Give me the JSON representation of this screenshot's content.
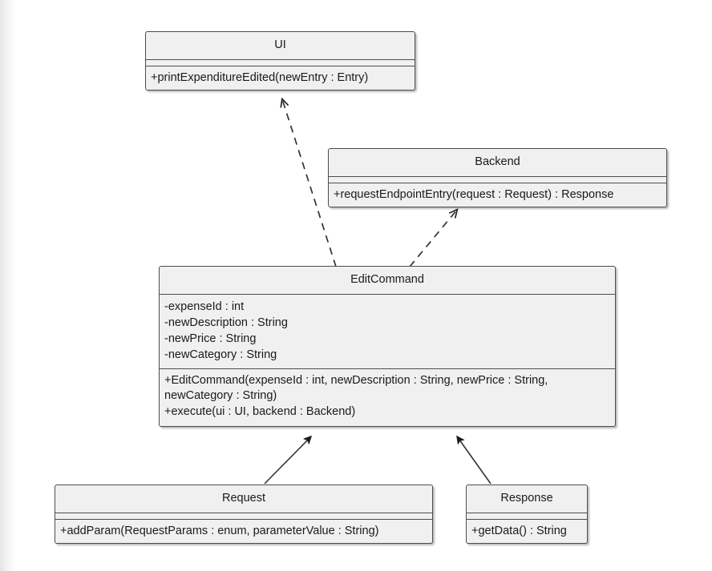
{
  "diagram": {
    "type": "uml-class-diagram",
    "title": "EditCommand UML class diagram",
    "background_color": "#ffffff",
    "class_fill_color": "#f0f0f0",
    "class_border_color": "#4d4d4d",
    "text_color": "#1a1a1a"
  },
  "classes": {
    "ui": {
      "name": "UI",
      "attributes": [],
      "methods": [
        "+printExpenditureEdited(newEntry : Entry)"
      ]
    },
    "backend": {
      "name": "Backend",
      "attributes": [],
      "methods": [
        "+requestEndpointEntry(request : Request) : Response"
      ]
    },
    "editcommand": {
      "name": "EditCommand",
      "attributes": [
        "-expenseId : int",
        "-newDescription : String",
        "-newPrice : String",
        "-newCategory : String"
      ],
      "methods": [
        "+EditCommand(expenseId : int, newDescription : String, newPrice : String, newCategory : String)",
        "+execute(ui : UI, backend : Backend)"
      ]
    },
    "request": {
      "name": "Request",
      "attributes": [],
      "methods": [
        "+addParam(RequestParams : enum, parameterValue : String)"
      ]
    },
    "response": {
      "name": "Response",
      "attributes": [],
      "methods": [
        "+getData() : String"
      ]
    }
  },
  "relationships": [
    {
      "id": "editcommand-to-ui",
      "from": "EditCommand",
      "to": "UI",
      "kind": "dependency",
      "line_style": "dashed",
      "arrowhead": "open"
    },
    {
      "id": "editcommand-to-backend",
      "from": "EditCommand",
      "to": "Backend",
      "kind": "dependency",
      "line_style": "dashed",
      "arrowhead": "open"
    },
    {
      "id": "request-to-editcommand",
      "from": "Request",
      "to": "EditCommand",
      "kind": "association",
      "line_style": "solid",
      "arrowhead": "filled"
    },
    {
      "id": "response-to-editcommand",
      "from": "Response",
      "to": "EditCommand",
      "kind": "association",
      "line_style": "solid",
      "arrowhead": "filled"
    }
  ]
}
